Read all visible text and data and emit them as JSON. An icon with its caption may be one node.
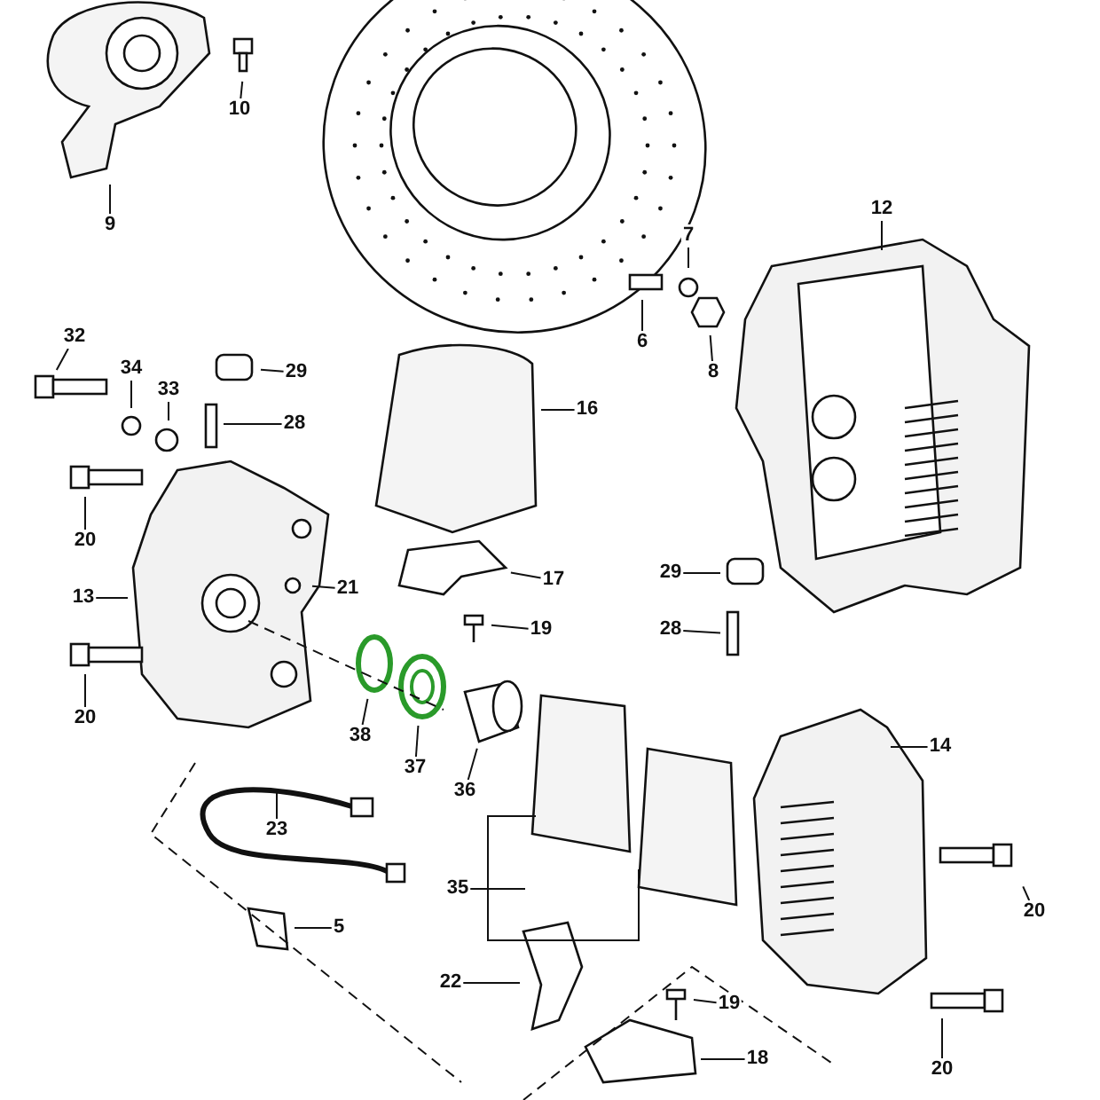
{
  "diagram": {
    "nodes": [
      {
        "text": [
          "10"
        ]
      },
      {
        "text": [
          "9"
        ]
      },
      {
        "text": [
          "12"
        ]
      },
      {
        "text": [
          "7"
        ]
      },
      {
        "text": [
          "6"
        ]
      },
      {
        "text": [
          "8"
        ]
      },
      {
        "text": [
          "32"
        ]
      },
      {
        "text": [
          "34"
        ]
      },
      {
        "text": [
          "33"
        ]
      },
      {
        "text": [
          "29"
        ]
      },
      {
        "text": [
          "28"
        ]
      },
      {
        "text": [
          "16"
        ]
      },
      {
        "text": [
          "20"
        ]
      },
      {
        "text": [
          "13"
        ]
      },
      {
        "text": [
          "21"
        ]
      },
      {
        "text": [
          "17"
        ]
      },
      {
        "text": [
          "19"
        ]
      },
      {
        "text": [
          "29"
        ]
      },
      {
        "text": [
          "28"
        ]
      },
      {
        "text": [
          "20"
        ]
      },
      {
        "text": [
          "38"
        ]
      },
      {
        "text": [
          "37"
        ]
      },
      {
        "text": [
          "36"
        ]
      },
      {
        "text": [
          "14"
        ]
      },
      {
        "text": [
          "23"
        ]
      },
      {
        "text": [
          "5"
        ]
      },
      {
        "text": [
          "35"
        ]
      },
      {
        "text": [
          "20"
        ]
      },
      {
        "text": [
          "22"
        ]
      },
      {
        "text": [
          "19"
        ]
      },
      {
        "text": [
          "18"
        ]
      },
      {
        "text": [
          "20"
        ]
      }
    ],
    "edges": [
      {
        "from": 0,
        "to": null,
        "arrow": "none"
      },
      {
        "from": 1,
        "to": null,
        "arrow": "none"
      },
      {
        "from": 2,
        "to": null,
        "arrow": "none"
      },
      {
        "from": 3,
        "to": null,
        "arrow": "none"
      },
      {
        "from": 4,
        "to": null,
        "arrow": "none"
      },
      {
        "from": 5,
        "to": null,
        "arrow": "none"
      },
      {
        "from": 6,
        "to": null,
        "arrow": "none"
      },
      {
        "from": 7,
        "to": null,
        "arrow": "none"
      },
      {
        "from": 8,
        "to": null,
        "arrow": "none"
      },
      {
        "from": 9,
        "to": null,
        "arrow": "none"
      },
      {
        "from": 10,
        "to": null,
        "arrow": "none"
      },
      {
        "from": 11,
        "to": null,
        "arrow": "none"
      },
      {
        "from": 12,
        "to": null,
        "arrow": "none"
      },
      {
        "from": 13,
        "to": null,
        "arrow": "none"
      },
      {
        "from": 14,
        "to": null,
        "arrow": "none"
      },
      {
        "from": 15,
        "to": null,
        "arrow": "none"
      },
      {
        "from": 16,
        "to": null,
        "arrow": "none"
      },
      {
        "from": 17,
        "to": null,
        "arrow": "none"
      },
      {
        "from": 18,
        "to": null,
        "arrow": "none"
      },
      {
        "from": 19,
        "to": null,
        "arrow": "none"
      },
      {
        "from": 20,
        "to": null,
        "arrow": "none"
      },
      {
        "from": 21,
        "to": null,
        "arrow": "none"
      },
      {
        "from": 22,
        "to": null,
        "arrow": "none"
      },
      {
        "from": 23,
        "to": null,
        "arrow": "none"
      },
      {
        "from": 24,
        "to": null,
        "arrow": "none"
      },
      {
        "from": 25,
        "to": null,
        "arrow": "none"
      },
      {
        "from": 26,
        "to": null,
        "arrow": "none"
      },
      {
        "from": 27,
        "to": null,
        "arrow": "none"
      },
      {
        "from": 28,
        "to": null,
        "arrow": "none"
      },
      {
        "from": 29,
        "to": null,
        "arrow": "none"
      },
      {
        "from": 30,
        "to": null,
        "arrow": "none"
      },
      {
        "from": 31,
        "to": null,
        "arrow": "none"
      }
    ]
  }
}
